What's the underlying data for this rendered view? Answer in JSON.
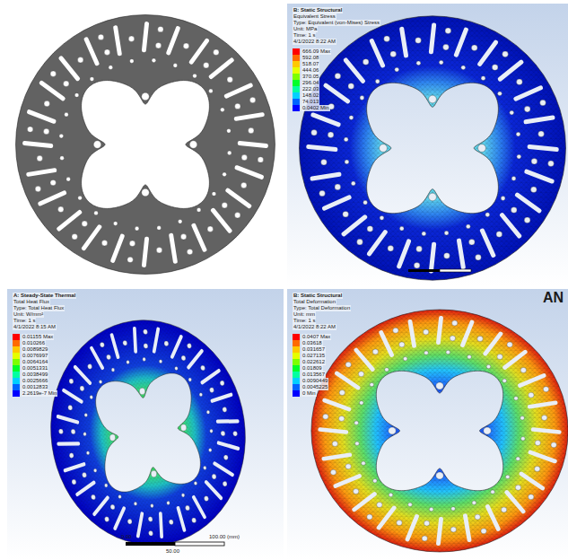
{
  "diagram": {
    "labels": [
      "B: Static Structural",
      "Equivalent Stress",
      "Type: Equivalent (von-Mises) Stress",
      "Unit: MPa",
      "Time: 1 s",
      "4/1/2022 8:22 AM",
      "A: Steady-State Thermal",
      "Total Heat Flux",
      "Type: Total Heat Flux",
      "Unit: W/mm²",
      "Time: 1 s",
      "4/1/2022 8:15 AM",
      "0.00",
      "100.00 (mm)",
      "50.00",
      "B: Static Structural",
      "Total Deformation",
      "Type: Total Deformation",
      "Unit: mm",
      "Time: 1 s",
      "4/1/2022 8:22 AM",
      "AN"
    ],
    "legend": [
      {
        "text": "666.09 Max",
        "color": "#ff0000"
      },
      {
        "text": "592.08",
        "color": "#ff6a00"
      },
      {
        "text": "518.07",
        "color": "#ffc800"
      },
      {
        "text": "444.06",
        "color": "#e6ff00"
      },
      {
        "text": "370.05",
        "color": "#7dff00"
      },
      {
        "text": "296.04",
        "color": "#00ff2a"
      },
      {
        "text": "222.03",
        "color": "#00ffa0"
      },
      {
        "text": "148.02",
        "color": "#00d0ff"
      },
      {
        "text": "74.013",
        "color": "#0064ff"
      },
      {
        "text": "0.0402 Min",
        "color": "#0000ff"
      },
      {
        "text": "0.01155 Max",
        "color": "#ff0000"
      },
      {
        "text": "0.010266",
        "color": "#ff6a00"
      },
      {
        "text": "0.0089829",
        "color": "#ffc800"
      },
      {
        "text": "0.0076997",
        "color": "#e6ff00"
      },
      {
        "text": "0.0064164",
        "color": "#7dff00"
      },
      {
        "text": "0.0051331",
        "color": "#00ff2a"
      },
      {
        "text": "0.0038499",
        "color": "#00ffa0"
      },
      {
        "text": "0.0025666",
        "color": "#00d0ff"
      },
      {
        "text": "0.0012833",
        "color": "#0064ff"
      },
      {
        "text": "2.2619e-7 Min",
        "color": "#0000ff"
      },
      {
        "text": "0.0407 Max",
        "color": "#ff0000"
      },
      {
        "text": "0.03618",
        "color": "#ff6a00"
      },
      {
        "text": "0.031657",
        "color": "#ffc800"
      },
      {
        "text": "0.027135",
        "color": "#e6ff00"
      },
      {
        "text": "0.022612",
        "color": "#7dff00"
      },
      {
        "text": "0.01809",
        "color": "#00ff2a"
      },
      {
        "text": "0.013567",
        "color": "#00ffa0"
      },
      {
        "text": "0.0090449",
        "color": "#00d0ff"
      },
      {
        "text": "0.0045225",
        "color": "#0064ff"
      },
      {
        "text": "0 Min",
        "color": "#0000ff"
      }
    ]
  }
}
